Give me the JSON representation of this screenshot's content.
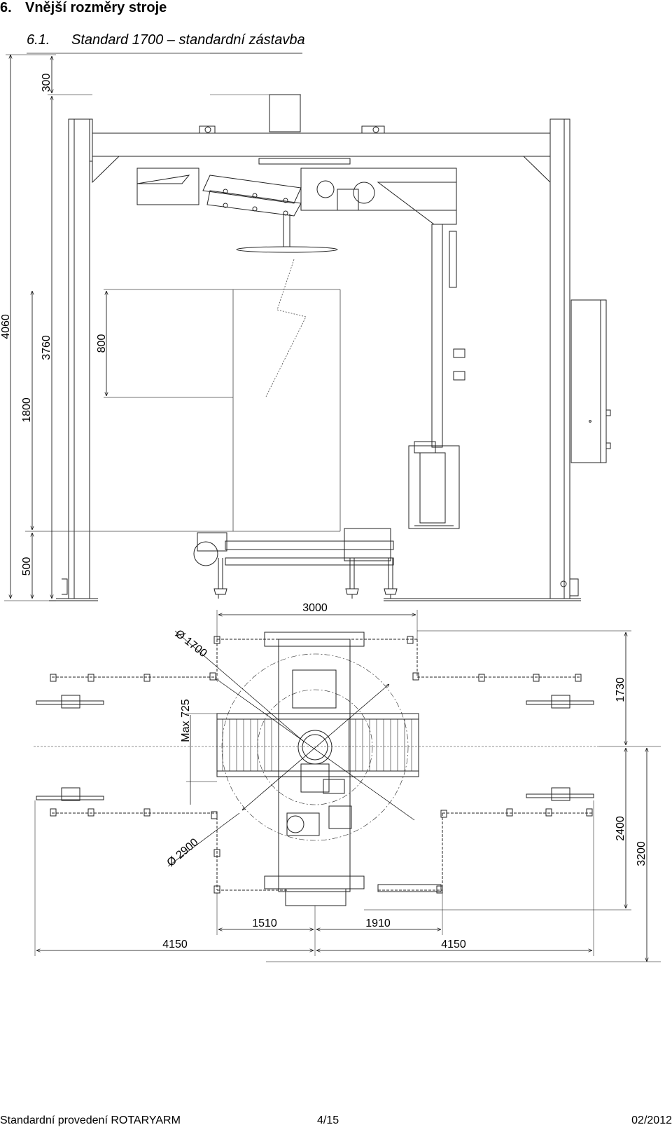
{
  "heading": {
    "number": "6.",
    "title": "Vnější rozměry stroje"
  },
  "subheading": {
    "number": "6.1.",
    "title": "Standard 1700 – standardní zástavba"
  },
  "side_view_dimensions": {
    "top_clearance": "300",
    "total_height": "4060",
    "arm_height": "3760",
    "load_height": "1800",
    "load_top": "800",
    "conveyor_height": "500"
  },
  "top_view_dimensions": {
    "frame_width": "3000",
    "ring_diameter": "Ø 1700",
    "max_load": "Max 725",
    "outer_diameter": "Ø 2900",
    "fence_upper": "1730",
    "fence_lower": "2400",
    "total_depth": "3200",
    "left_span": "1510",
    "right_span": "1910",
    "overall_left": "4150",
    "overall_right": "4150"
  },
  "footer": {
    "document": "Standardní provedení ROTARYARM",
    "page": "4/15",
    "date": "02/2012"
  }
}
